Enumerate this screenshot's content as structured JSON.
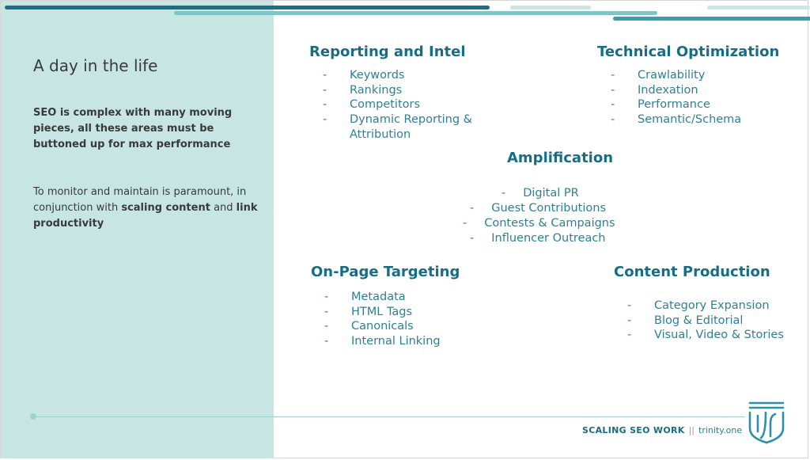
{
  "title": "A day in the life",
  "intro": {
    "bold_text": "SEO is complex with many moving pieces, all these areas must be buttoned up for max performance",
    "para_start": "To monitor and maintain is paramount, in conjunction with ",
    "para_bold_1": "scaling content",
    "para_mid": " and ",
    "para_bold_2": "link productivity"
  },
  "sections": [
    {
      "title": "Reporting and Intel",
      "items": [
        "Keywords",
        "Rankings",
        "Competitors",
        "Dynamic Reporting &",
        "Attribution"
      ]
    },
    {
      "title": "Technical Optimization",
      "items": [
        "Crawlability",
        "Indexation",
        "Performance",
        "Semantic/Schema"
      ]
    },
    {
      "title": "Amplification",
      "items": [
        "Digital PR",
        "Guest Contributions",
        "Contests & Campaigns",
        "Influencer Outreach"
      ]
    },
    {
      "title": "On-Page Targeting",
      "items": [
        "Metadata",
        "HTML Tags",
        "Canonicals",
        "Internal Linking"
      ]
    },
    {
      "title": "Content Production",
      "items": [
        "Category Expansion",
        "Blog & Editorial",
        "Visual, Video & Stories"
      ]
    }
  ],
  "bullet": "-",
  "footer": {
    "brand": "SCALING SEO WORK",
    "separator": "||",
    "url": "trinity.one"
  },
  "colors": {
    "left_panel": "#c7e6e3",
    "heading": "#176d86",
    "item": "#2e7f97",
    "bar_dark": "#1d6f86",
    "bar_light": "#7fc4c6",
    "bar_pale": "#cde5e5",
    "bar_accent": "#3a9fad"
  },
  "icons": {
    "logo": "trinity-logo-icon"
  }
}
